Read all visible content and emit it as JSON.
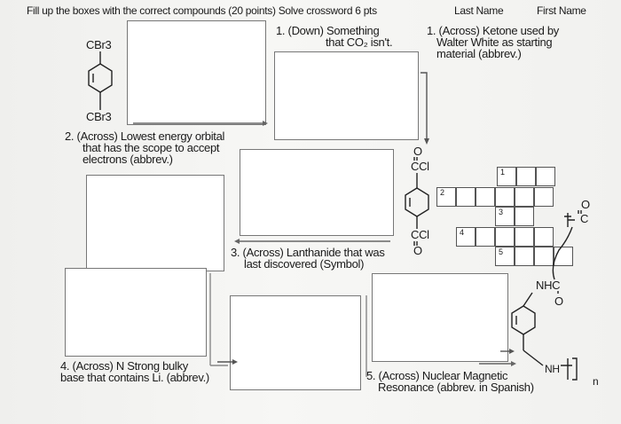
{
  "header": {
    "instructions": "Fill up the boxes with the correct compounds (20 points) Solve crossword 6 pts",
    "last_name": "Last Name",
    "first_name": "First Name"
  },
  "structures": {
    "top_group": "CBr3",
    "bottom_group": "CBr3",
    "acyl_top": "O",
    "acyl_top_cl": "CCl",
    "acyl_bottom_cl": "CCl",
    "acyl_bottom_o": "O",
    "amide_nhc": "NHC",
    "amide_o": "O",
    "nh": "NH",
    "sub_n": "n",
    "right_o": "O",
    "right_c": "C"
  },
  "clues": {
    "clue1_down_a": "1. (Down) Something",
    "clue1_down_b": "that CO₂ isn't.",
    "clue1_across_a": "1. (Across) Ketone used by",
    "clue1_across_b": "Walter White as starting",
    "clue1_across_c": "material (abbrev.)",
    "clue2_a": "2. (Across) Lowest energy orbital",
    "clue2_b": "that has the scope to accept",
    "clue2_c": "electrons (abbrev.)",
    "clue3_a": "3. (Across) Lanthanide that was",
    "clue3_b": "last discovered (Symbol)",
    "clue4_a": "4. (Across) N Strong bulky",
    "clue4_b": "base that contains Li. (abbrev.)",
    "clue5_a": "5. (Across) Nuclear Magnetic",
    "clue5_b": "Resonance (abbrev. in Spanish)"
  },
  "crossword": {
    "n1": "1",
    "n2": "2",
    "n3": "3",
    "n4": "4",
    "n5": "5"
  }
}
